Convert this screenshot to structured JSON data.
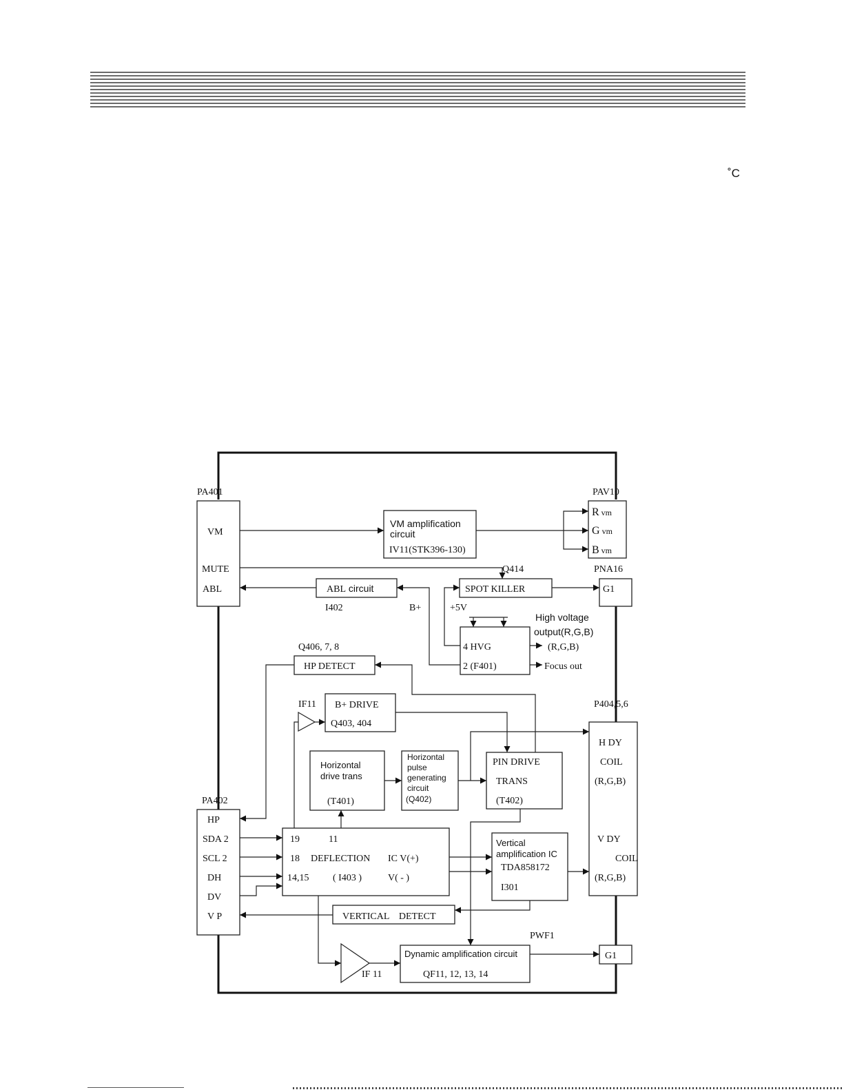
{
  "page": {
    "degree_symbol": "˚C"
  },
  "diagram": {
    "connectors": {
      "pa401": "PA401",
      "pav10": "PAV10",
      "pna16": "PNA16",
      "p404": "P404,5,6",
      "pa402": "PA402",
      "pwf1": "PWF1"
    },
    "pa401_pins": [
      "VM",
      "MUTE",
      "ABL"
    ],
    "pav10_pins": [
      {
        "big": "R",
        "small": " vm"
      },
      {
        "big": "G",
        "small": " vm"
      },
      {
        "big": "B",
        "small": " vm"
      }
    ],
    "pa402_pins": [
      "HP",
      "SDA 2",
      "SCL 2",
      "DH",
      "DV",
      "V P"
    ],
    "pna16_label": "G1",
    "pwf1_label": "G1",
    "vm_amp": {
      "line1": "VM amplification",
      "line2": "circuit",
      "line3": "IV11(STK396-130)"
    },
    "abl": {
      "bold": "ABL",
      "rest": " circuit",
      "ref": "I402"
    },
    "spot_killer": {
      "label": "SPOT KILLER",
      "ref": "Q414"
    },
    "b_plus": "B+",
    "plus5v": "+5V",
    "hvg": {
      "line1": "4 HVG",
      "line2": "2 (F401)"
    },
    "hv_output": {
      "line1": "High voltage",
      "line2": "output(R,G,B)",
      "line3": "(R,G,B)",
      "focus": "Focus out"
    },
    "hp_detect": {
      "label": "HP DETECT",
      "ref": "Q406, 7, 8"
    },
    "bplus_drive": {
      "line1": "B+ DRIVE",
      "line2": "Q403, 404",
      "amp_ref": "IF11"
    },
    "h_drive": {
      "line1": "Horizontal",
      "line2": "drive trans",
      "line3": "(T401)"
    },
    "h_pulse": {
      "line1": "Horizontal",
      "line2": "pulse",
      "line3": "generating",
      "line4": "circuit",
      "line5": "(Q402)"
    },
    "pin_drive": {
      "line1": "PIN DRIVE",
      "line2": "TRANS",
      "line3": "(T402)"
    },
    "hdy": {
      "line1": "H DY",
      "line2": "COIL",
      "line3": "(R,G,B)",
      "line4": "V DY",
      "line5": "COIL",
      "line6": "(R,G,B)"
    },
    "deflection": {
      "p19": "19",
      "p11": "11",
      "p18": "18",
      "name": "DEFLECTION",
      "ic": "IC V(+)",
      "p1415": "14,15",
      "ref": "( I403 )",
      "vminus": "V( - )"
    },
    "vert_amp": {
      "line1": "Vertical",
      "line2": "amplification IC",
      "line3": "TDA858172",
      "line4": "I301"
    },
    "vert_detect": {
      "label": "VERTICAL    DETECT"
    },
    "dyn_amp": {
      "line1": "Dynamic amplification circuit",
      "line2": "QF11, 12, 13, 14",
      "amp_ref": "IF 11"
    }
  }
}
